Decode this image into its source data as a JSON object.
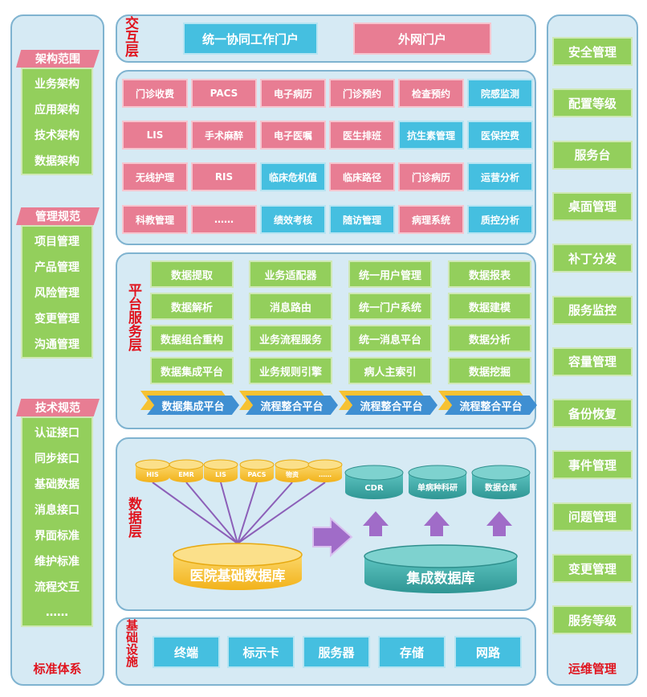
{
  "left": {
    "footer": "标准体系",
    "groups": [
      {
        "title": "架构范围",
        "items": [
          "业务架构",
          "应用架构",
          "技术架构",
          "数据架构"
        ]
      },
      {
        "title": "管理规范",
        "items": [
          "项目管理",
          "产品管理",
          "风险管理",
          "变更管理",
          "沟通管理"
        ]
      },
      {
        "title": "技术规范",
        "items": [
          "认证接口",
          "同步接口",
          "基础数据",
          "消息接口",
          "界面标准",
          "维护标准",
          "流程交互",
          "……"
        ]
      }
    ]
  },
  "right": {
    "footer": "运维管理",
    "items": [
      "安全管理",
      "配置等级",
      "服务台",
      "桌面管理",
      "补丁分发",
      "服务监控",
      "容量管理",
      "备份恢复",
      "事件管理",
      "问题管理",
      "变更管理",
      "服务等级"
    ]
  },
  "interaction": {
    "label": "交互层",
    "portal_internal": "统一协同工作门户",
    "portal_external": "外网门户"
  },
  "apps": {
    "rows": [
      [
        "门诊收费",
        "PACS",
        "电子病历",
        "门诊预约",
        "检查预约",
        "院感监测"
      ],
      [
        "LIS",
        "手术麻醉",
        "电子医嘱",
        "医生排班",
        "抗生素管理",
        "医保控费"
      ],
      [
        "无线护理",
        "RIS",
        "临床危机值",
        "临床路径",
        "门诊病历",
        "运营分析"
      ],
      [
        "科教管理",
        "……",
        "绩效考核",
        "随访管理",
        "病理系统",
        "质控分析"
      ]
    ],
    "colors": [
      [
        "pink",
        "pink",
        "pink",
        "pink",
        "pink",
        "blue"
      ],
      [
        "pink",
        "pink",
        "pink",
        "pink",
        "blue",
        "blue"
      ],
      [
        "pink",
        "pink",
        "blue",
        "pink",
        "pink",
        "blue"
      ],
      [
        "pink",
        "pink",
        "blue",
        "blue",
        "pink",
        "blue"
      ]
    ]
  },
  "platform": {
    "label": "平台服务层",
    "columns": [
      [
        "数据提取",
        "数据解析",
        "数据组合重构",
        "数据集成平台"
      ],
      [
        "业务适配器",
        "消息路由",
        "业务流程服务",
        "业务规则引擎"
      ],
      [
        "统一用户管理",
        "统一门户系统",
        "统一消息平台",
        "病人主索引"
      ],
      [
        "数据报表",
        "数据建模",
        "数据分析",
        "数据挖掘"
      ]
    ],
    "chevrons": [
      "数据集成平台",
      "流程整合平台",
      "流程整合平台",
      "流程整合平台"
    ]
  },
  "data_layer": {
    "label": "数据层",
    "sources": [
      "HIS",
      "EMR",
      "LIS",
      "PACS",
      "物资",
      "……"
    ],
    "base_db": "医院基础数据库",
    "targets": [
      "CDR",
      "单病种科研",
      "数据仓库"
    ],
    "integrated_db": "集成数据库"
  },
  "infra": {
    "label": "基础设施",
    "items": [
      "终端",
      "标示卡",
      "服务器",
      "存储",
      "网路"
    ]
  },
  "colors": {
    "panel": "#d6eaf4",
    "green": "#93cf5c",
    "pink": "#e87d93",
    "blue": "#45bfe0",
    "label_red": "#e0141e",
    "cylinder_orange": "#f6c232",
    "cylinder_teal": "#3aa8a6",
    "arrow_purple": "#a06cc8"
  }
}
